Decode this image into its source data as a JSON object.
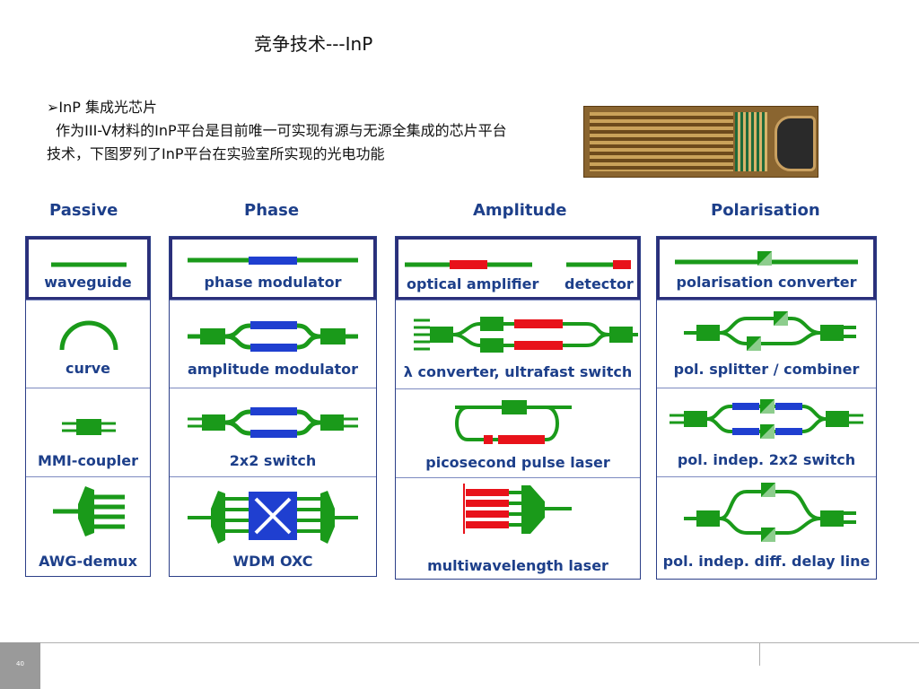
{
  "slide": {
    "title": "竞争技术---InP",
    "bullet_marker": "➢",
    "bullet": "InP 集成光芯片",
    "paragraph": "  作为III-V材料的InP平台是目前唯一可实现有源与无源全集成的芯片平台技术，下图罗列了InP平台在实验室所实现的光电功能",
    "page_number": "40"
  },
  "photo": {
    "subject": "InP chip photo"
  },
  "columns": {
    "passive": {
      "heading": "Passive",
      "cells": [
        "waveguide",
        "curve",
        "MMI-coupler",
        "AWG-demux"
      ]
    },
    "phase": {
      "heading": "Phase",
      "cells": [
        "phase modulator",
        "amplitude modulator",
        "2x2 switch",
        "WDM OXC"
      ]
    },
    "amplitude": {
      "heading": "Amplitude",
      "cells": [
        "optical amplifier",
        "detector",
        "λ converter, ultrafast switch",
        "picosecond pulse laser",
        "multiwavelength laser"
      ]
    },
    "polarisation": {
      "heading": "Polarisation",
      "cells": [
        "polarisation converter",
        "pol. splitter / combiner",
        "pol. indep. 2x2 switch",
        "pol. indep. diff. delay line"
      ]
    }
  },
  "colors": {
    "guide": "#1a9a1a",
    "phase": "#1f3fd0",
    "active": "#e8121a",
    "label": "#1d3f8a",
    "frame": "#2c3f88"
  }
}
